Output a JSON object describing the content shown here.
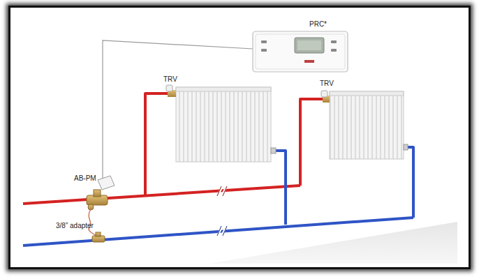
{
  "diagram": {
    "labels": [
      "PRC*",
      "TRV",
      "TRV",
      "AB-PM",
      "3/8” adapter"
    ]
  }
}
